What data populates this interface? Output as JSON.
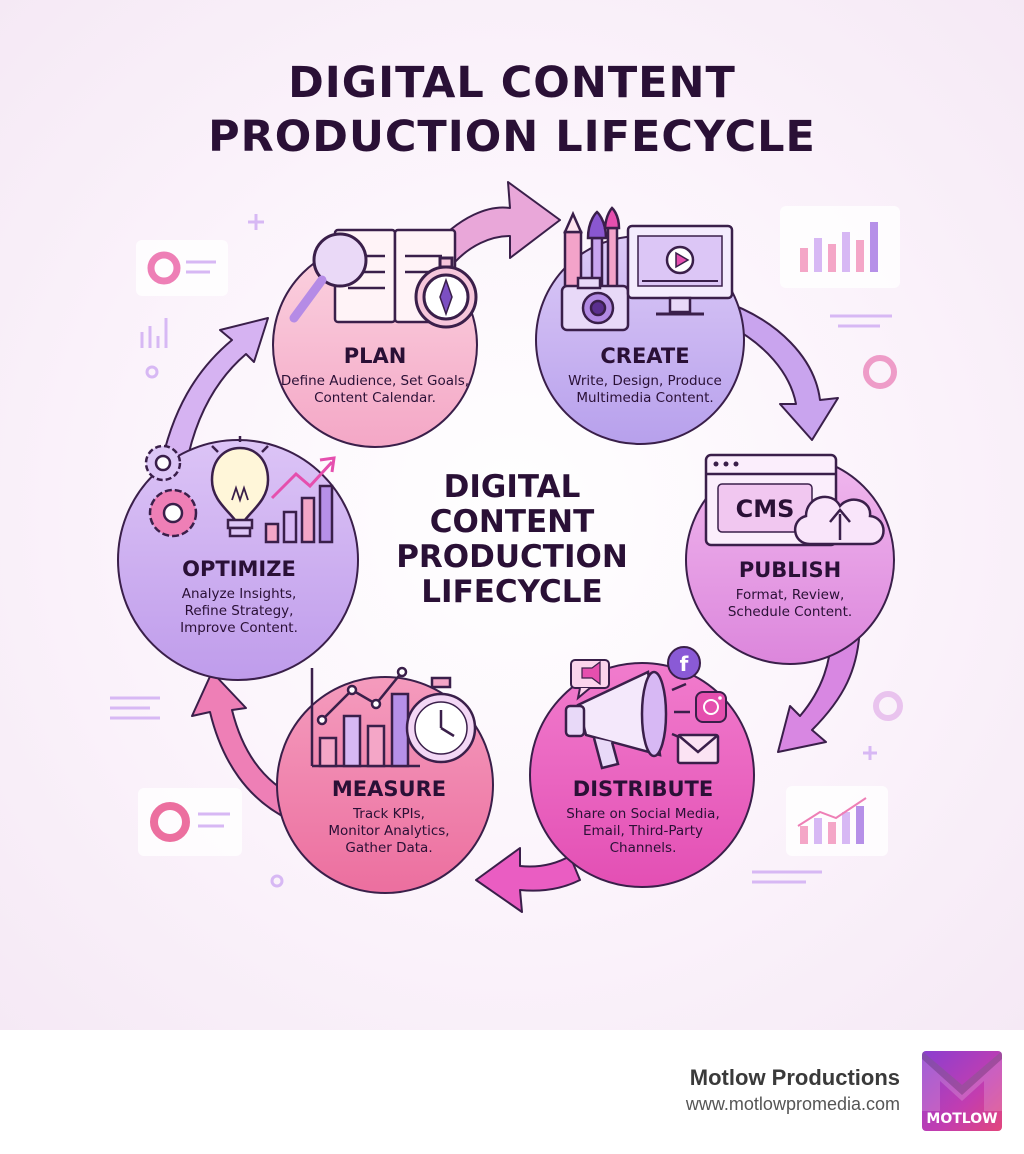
{
  "title": {
    "line1": "DIGITAL CONTENT",
    "line2": "PRODUCTION LIFECYCLE"
  },
  "center": {
    "line1": "DIGITAL",
    "line2": "CONTENT",
    "line3": "PRODUCTION",
    "line4": "LIFECYCLE"
  },
  "stages": [
    {
      "name": "PLAN",
      "line1": "Define Audience, Set Goals,",
      "line2": "Content Calendar.",
      "line3": "",
      "icons": [
        "magnifier-icon",
        "notebook-icon",
        "compass-icon"
      ]
    },
    {
      "name": "CREATE",
      "line1": "Write, Design, Produce",
      "line2": "Multimedia Content.",
      "line3": "",
      "icons": [
        "pencil-icon",
        "paintbrush-icon",
        "camera-icon",
        "monitor-play-icon"
      ]
    },
    {
      "name": "PUBLISH",
      "line1": "Format, Review,",
      "line2": "Schedule Content.",
      "line3": "",
      "icons": [
        "browser-window-icon",
        "cloud-upload-icon"
      ],
      "window_text": "CMS"
    },
    {
      "name": "DISTRIBUTE",
      "line1": "Share on Social Media,",
      "line2": "Email, Third-Party",
      "line3": "Channels.",
      "icons": [
        "megaphone-icon",
        "facebook-icon",
        "instagram-icon",
        "envelope-icon"
      ]
    },
    {
      "name": "MEASURE",
      "line1": "Track KPIs,",
      "line2": "Monitor Analytics,",
      "line3": "Gather Data.",
      "icons": [
        "bar-chart-icon",
        "stopwatch-icon"
      ]
    },
    {
      "name": "OPTIMIZE",
      "line1": "Analyze Insights,",
      "line2": "Refine Strategy,",
      "line3": "Improve Content.",
      "icons": [
        "gears-icon",
        "lightbulb-icon",
        "growth-chart-icon"
      ]
    }
  ],
  "brand": {
    "name": "Motlow Productions",
    "url": "www.motlowpromedia.com",
    "logo_text": "MOTLOW"
  },
  "colors": {
    "text": "#2a1036",
    "plan": "#f7b8cf",
    "create": "#c8b3f0",
    "publish": "#e79ae0",
    "distribute": "#ea5ec2",
    "measure": "#ee7aaa",
    "optimize": "#c9a8ee",
    "arrow": "#e78ad8"
  }
}
